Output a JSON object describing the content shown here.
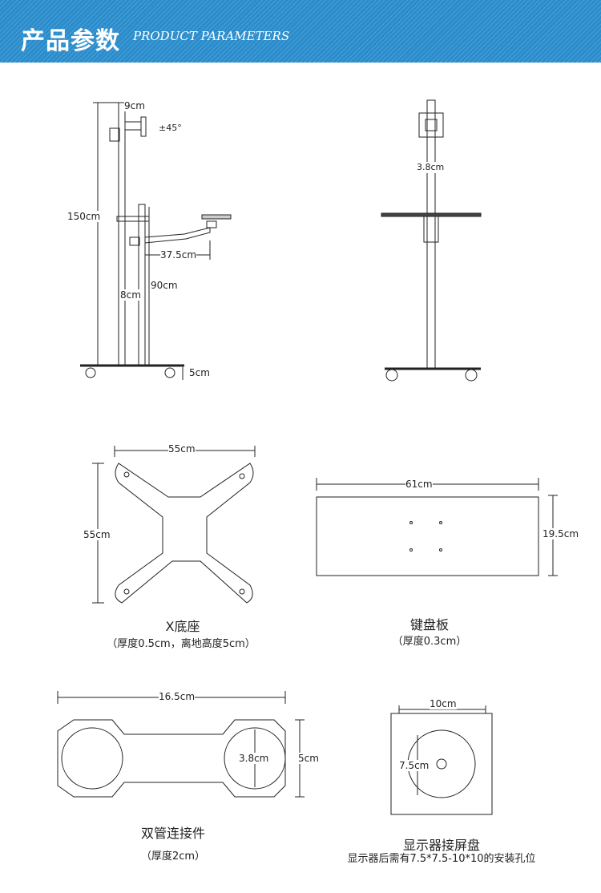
{
  "header": {
    "title_cn": "产品参数",
    "title_en": "PRODUCT PARAMETERS",
    "color": "#2a8ccb"
  },
  "side_view": {
    "top_arm": "9cm",
    "tilt": "±45°",
    "total_height": "150cm",
    "arm_length": "37.5cm",
    "pole_gap": "8cm",
    "tray_height": "90cm",
    "caster_height": "5cm"
  },
  "front_view": {
    "pole_diameter": "3.8cm"
  },
  "x_base": {
    "width": "55cm",
    "height": "55cm",
    "title": "X底座",
    "subtitle": "（厚度0.5cm，离地高度5cm）"
  },
  "keyboard_tray": {
    "width": "61cm",
    "depth": "19.5cm",
    "title": "键盘板",
    "subtitle": "（厚度0.3cm）"
  },
  "double_connector": {
    "length": "16.5cm",
    "hole": "3.8cm",
    "height": "5cm",
    "title": "双管连接件",
    "subtitle": "（厚度2cm）"
  },
  "vesa_plate": {
    "width": "10cm",
    "hole": "7.5cm",
    "title": "显示器接屏盘",
    "subtitle": "显示器后需有7.5*7.5-10*10的安装孔位"
  }
}
